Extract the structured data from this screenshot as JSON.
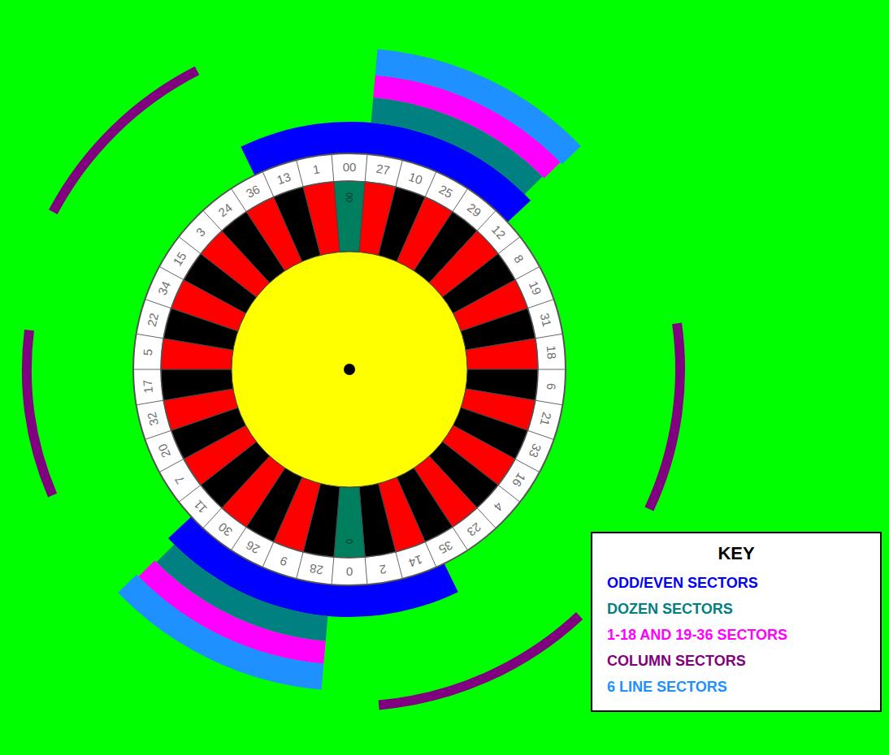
{
  "diagram": {
    "nodes": [
      {
        "text": [
          "KEY"
        ]
      }
    ],
    "labels": [
      "00",
      "27",
      "10",
      "25",
      "29",
      "12",
      "8",
      "19",
      "31",
      "18",
      "6",
      "21",
      "33",
      "16",
      "4",
      "23",
      "35",
      "14",
      "2",
      "0",
      "28",
      "9",
      "26",
      "30",
      "11",
      "7",
      "20",
      "32",
      "17",
      "5",
      "22",
      "34",
      "15",
      "3",
      "24",
      "36",
      "13",
      "1",
      "00",
      "0"
    ],
    "legend": [
      {
        "text": "ODD/EVEN SECTORS",
        "color": "#0000ff"
      },
      {
        "text": "DOZEN SECTORS",
        "color": "#008080"
      },
      {
        "text": "1-18 AND 19-36 SECTORS",
        "color": "#ff00ff"
      },
      {
        "text": "COLUMN SECTORS",
        "color": "#800080"
      },
      {
        "text": "6 LINE SECTORS",
        "color": "#1e90ff"
      }
    ]
  }
}
